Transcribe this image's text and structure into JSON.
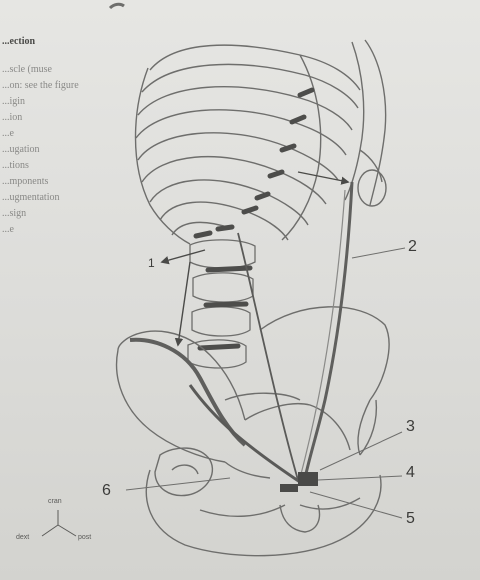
{
  "page": {
    "heading": "...ection",
    "side_text_lines": [
      "...scle (muse",
      "...on: see the figure",
      "",
      "...igin",
      "...ion",
      "...e",
      "...ugation",
      "...tions",
      "...mponents",
      "...ugmentation",
      "...sign",
      "...e"
    ]
  },
  "figure": {
    "callouts": {
      "c1": "1",
      "c2": "2",
      "c3": "3",
      "c4": "4",
      "c5": "5",
      "c6": "6"
    },
    "orientation_axes": {
      "up": "cran",
      "left": "dext",
      "right": "post"
    },
    "colors": {
      "line": "#5a5a58",
      "muscle": "#7a7a78",
      "accent": "#3a3a38"
    }
  }
}
